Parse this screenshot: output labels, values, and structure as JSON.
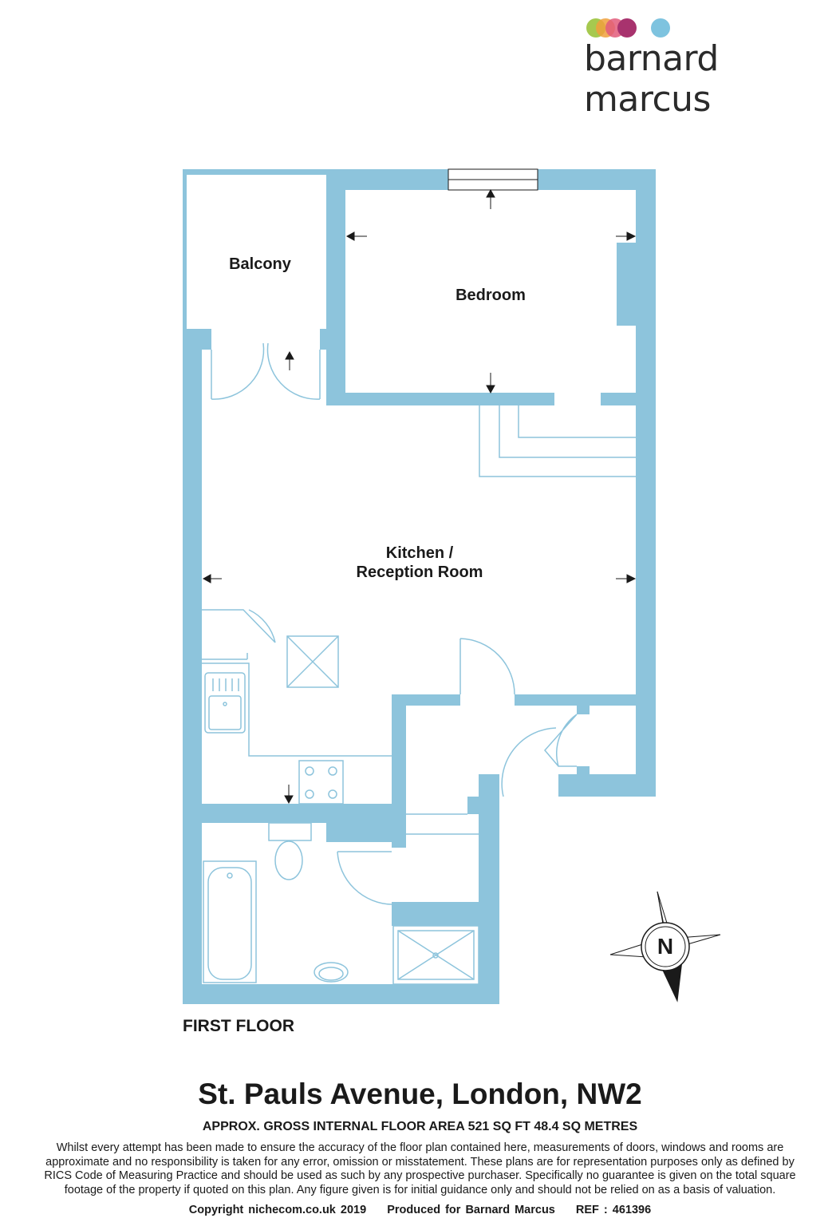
{
  "brand": {
    "name": "barnard marcus",
    "dot_colors": [
      "#9cc33c",
      "#f0a03c",
      "#e25a7a",
      "#a8336e",
      "#7ec3df"
    ]
  },
  "colors": {
    "wall": "#8dc4dc",
    "fixture_line": "#8dc4dc"
  },
  "rooms": {
    "balcony": "Balcony",
    "bedroom": "Bedroom",
    "kitchen_line1": "Kitchen /",
    "kitchen_line2": "Reception Room"
  },
  "compass": {
    "letter": "N"
  },
  "floor_label": "FIRST FLOOR",
  "address": "St. Pauls Avenue, London, NW2",
  "area": "APPROX. GROSS INTERNAL FLOOR AREA 521 SQ FT 48.4 SQ METRES",
  "disclaimer": [
    "Whilst every attempt has been made to ensure the accuracy of the floor plan contained here, measurements of doors, windows and rooms are",
    "approximate and no responsibility is taken for any error, omission or misstatement. These plans are for representation purposes only as defined by",
    "RICS Code of Measuring Practice and should be used as such by any prospective purchaser.  Specifically no guarantee is given on the total square",
    "footage of the property if quoted on this plan. Any figure given is for initial guidance only and should not be relied on as a basis of valuation."
  ],
  "footer": {
    "copyright": "Copyright nichecom.co.uk 2019",
    "produced": "Produced for Barnard Marcus",
    "ref": "REF : 461396"
  }
}
